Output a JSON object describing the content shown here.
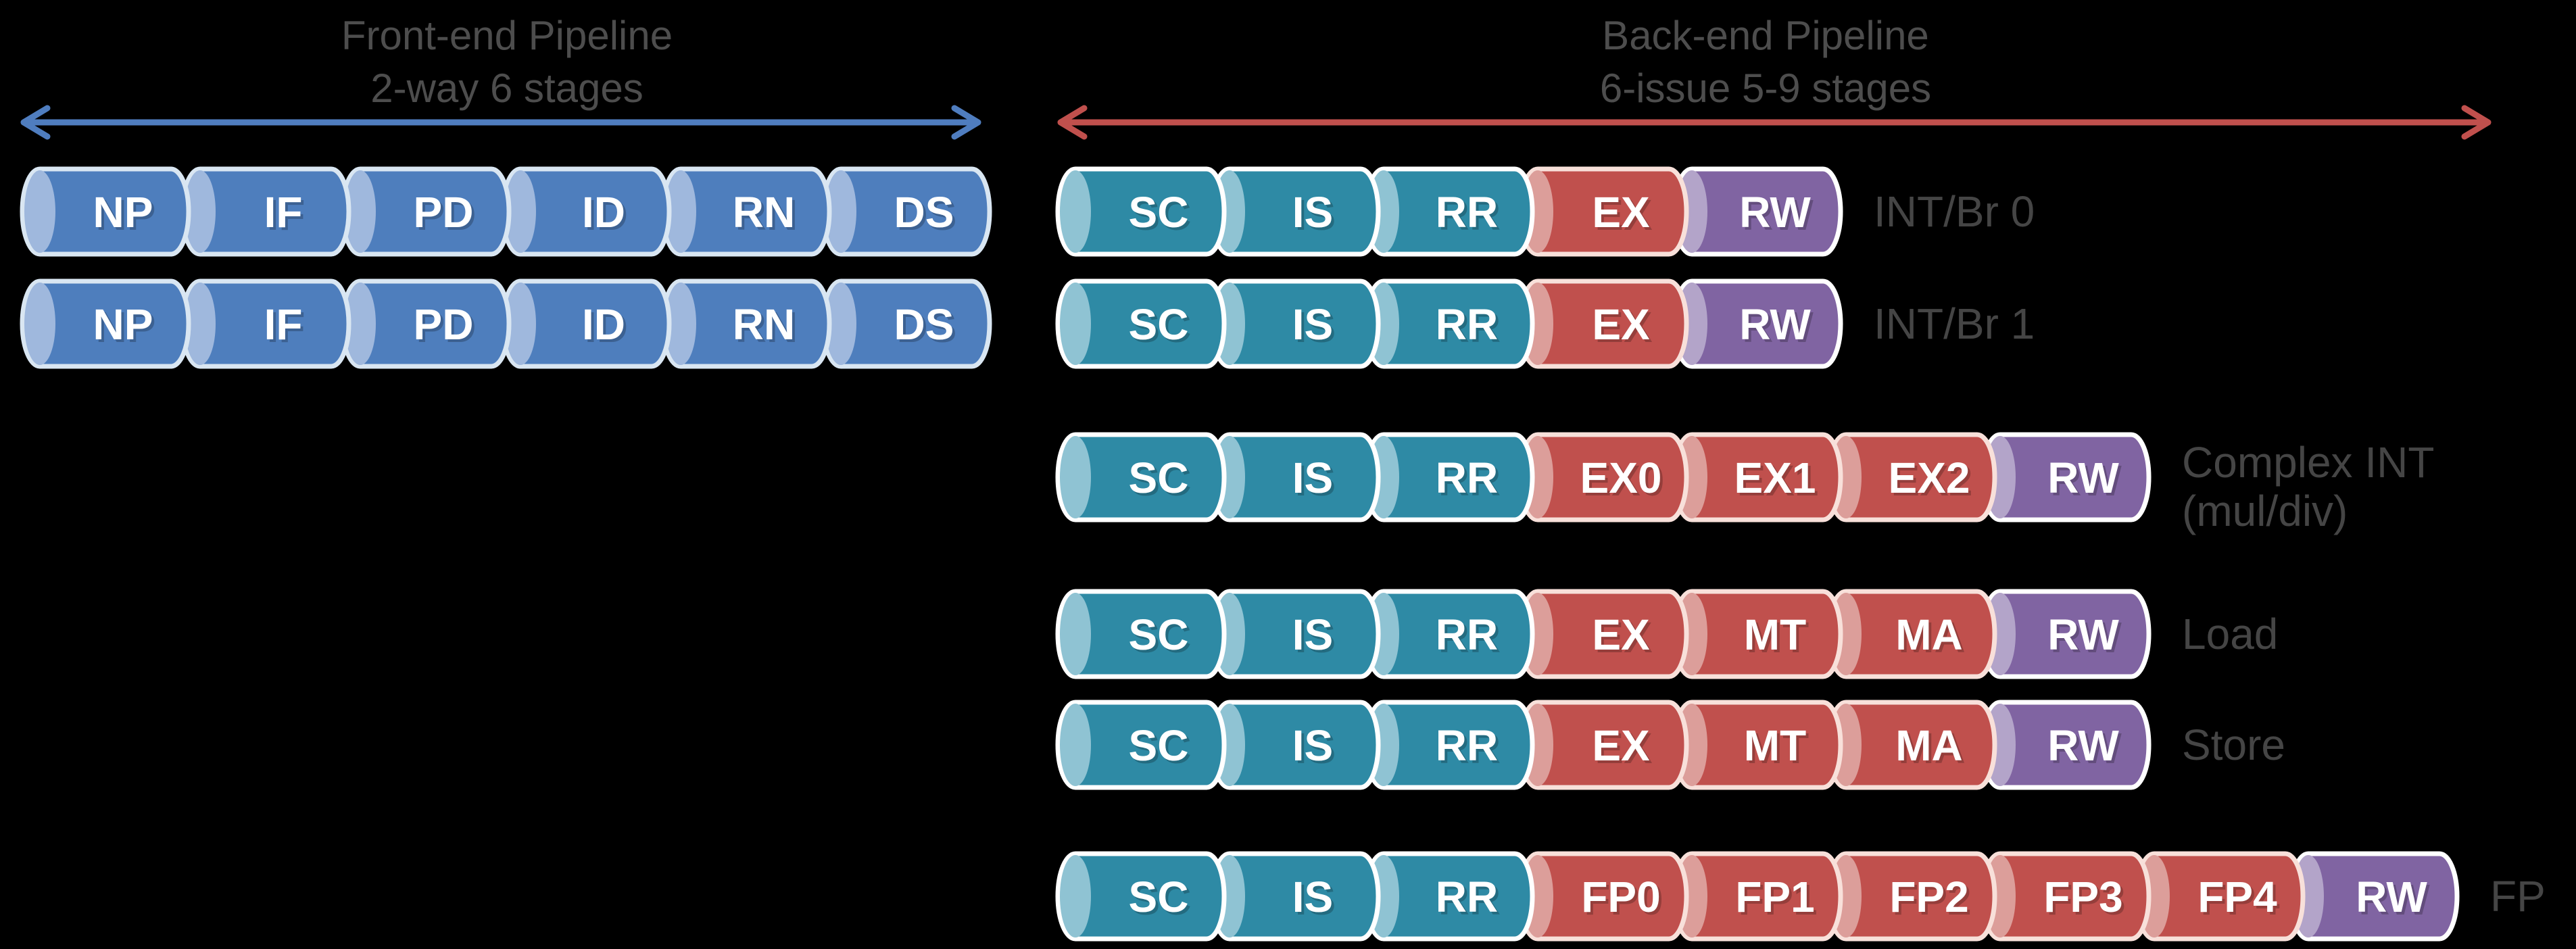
{
  "frontend": {
    "title_line1": "Front-end Pipeline",
    "title_line2": "2-way 6 stages",
    "arrow_color": "#4f7dbf",
    "rows": [
      {
        "name": "front-pipe-0",
        "label": "",
        "stages": [
          {
            "t": "NP",
            "s": "frontend"
          },
          {
            "t": "IF",
            "s": "frontend"
          },
          {
            "t": "PD",
            "s": "frontend"
          },
          {
            "t": "ID",
            "s": "frontend"
          },
          {
            "t": "RN",
            "s": "frontend"
          },
          {
            "t": "DS",
            "s": "frontend"
          }
        ]
      },
      {
        "name": "front-pipe-1",
        "label": "",
        "stages": [
          {
            "t": "NP",
            "s": "frontend"
          },
          {
            "t": "IF",
            "s": "frontend"
          },
          {
            "t": "PD",
            "s": "frontend"
          },
          {
            "t": "ID",
            "s": "frontend"
          },
          {
            "t": "RN",
            "s": "frontend"
          },
          {
            "t": "DS",
            "s": "frontend"
          }
        ]
      }
    ]
  },
  "backend": {
    "title_line1": "Back-end Pipeline",
    "title_line2": "6-issue 5-9 stages",
    "arrow_color": "#c0504d",
    "rows": [
      {
        "name": "back-pipe-intbr0",
        "label_lines": [
          "INT/Br 0"
        ],
        "stages": [
          {
            "t": "SC",
            "s": "issue"
          },
          {
            "t": "IS",
            "s": "issue"
          },
          {
            "t": "RR",
            "s": "issue"
          },
          {
            "t": "EX",
            "s": "exec"
          },
          {
            "t": "RW",
            "s": "write"
          }
        ]
      },
      {
        "name": "back-pipe-intbr1",
        "label_lines": [
          "INT/Br 1"
        ],
        "stages": [
          {
            "t": "SC",
            "s": "issue"
          },
          {
            "t": "IS",
            "s": "issue"
          },
          {
            "t": "RR",
            "s": "issue"
          },
          {
            "t": "EX",
            "s": "exec"
          },
          {
            "t": "RW",
            "s": "write"
          }
        ]
      },
      {
        "name": "back-pipe-complex-int",
        "label_lines": [
          "Complex INT",
          "(mul/div)"
        ],
        "stages": [
          {
            "t": "SC",
            "s": "issue"
          },
          {
            "t": "IS",
            "s": "issue"
          },
          {
            "t": "RR",
            "s": "issue"
          },
          {
            "t": "EX0",
            "s": "exec"
          },
          {
            "t": "EX1",
            "s": "exec"
          },
          {
            "t": "EX2",
            "s": "exec"
          },
          {
            "t": "RW",
            "s": "write"
          }
        ]
      },
      {
        "name": "back-pipe-load",
        "label_lines": [
          "Load"
        ],
        "stages": [
          {
            "t": "SC",
            "s": "issue"
          },
          {
            "t": "IS",
            "s": "issue"
          },
          {
            "t": "RR",
            "s": "issue"
          },
          {
            "t": "EX",
            "s": "exec"
          },
          {
            "t": "MT",
            "s": "exec"
          },
          {
            "t": "MA",
            "s": "exec"
          },
          {
            "t": "RW",
            "s": "write"
          }
        ]
      },
      {
        "name": "back-pipe-store",
        "label_lines": [
          "Store"
        ],
        "stages": [
          {
            "t": "SC",
            "s": "issue"
          },
          {
            "t": "IS",
            "s": "issue"
          },
          {
            "t": "RR",
            "s": "issue"
          },
          {
            "t": "EX",
            "s": "exec"
          },
          {
            "t": "MT",
            "s": "exec"
          },
          {
            "t": "MA",
            "s": "exec"
          },
          {
            "t": "RW",
            "s": "write"
          }
        ]
      },
      {
        "name": "back-pipe-fp",
        "label_lines": [
          "FP"
        ],
        "stages": [
          {
            "t": "SC",
            "s": "issue"
          },
          {
            "t": "IS",
            "s": "issue"
          },
          {
            "t": "RR",
            "s": "issue"
          },
          {
            "t": "FP0",
            "s": "exec"
          },
          {
            "t": "FP1",
            "s": "exec"
          },
          {
            "t": "FP2",
            "s": "exec"
          },
          {
            "t": "FP3",
            "s": "exec"
          },
          {
            "t": "FP4",
            "s": "exec"
          },
          {
            "t": "RW",
            "s": "write"
          }
        ]
      }
    ]
  },
  "styles": {
    "frontend": {
      "body": "#4e7ebd",
      "cap": "#9fb8dd",
      "outline": "#d9e6f2"
    },
    "issue": {
      "body": "#2e8aa5",
      "cap": "#8fc3d3",
      "outline": "#ffffff"
    },
    "exec": {
      "body": "#c0504d",
      "cap": "#dc9e9a",
      "outline": "#f8e0da"
    },
    "write": {
      "body": "#8064a2",
      "cap": "#b3a4c9",
      "outline": "#ffffff"
    }
  },
  "text_colors": {
    "title": "#4d4d4d",
    "row_label": "#454545",
    "stage": "#ffffff",
    "background": "#000000"
  }
}
